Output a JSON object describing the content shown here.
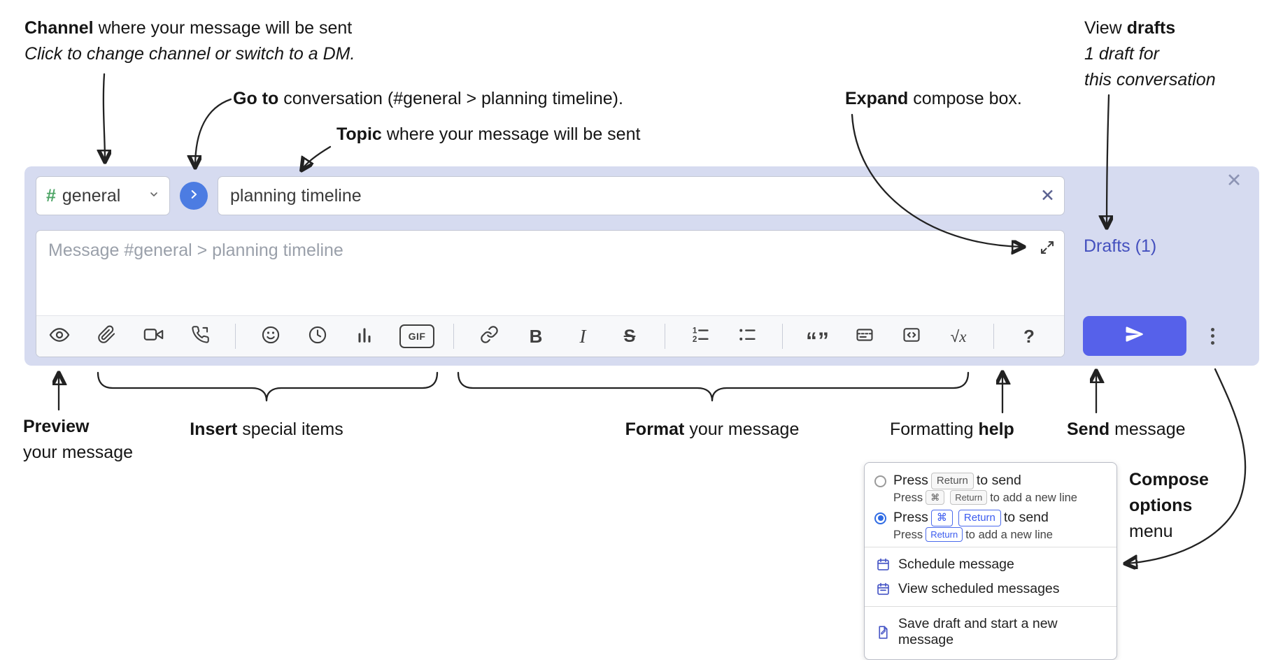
{
  "annotations": {
    "channel": {
      "bold": "Channel",
      "rest": " where your message will be sent",
      "line2_italic": "Click to change channel or switch to a DM."
    },
    "goto": {
      "bold": "Go to",
      "rest": " conversation (#general > planning timeline)."
    },
    "topic": {
      "bold": "Topic",
      "rest": " where your message will be sent"
    },
    "expand": {
      "bold": "Expand",
      "rest": " compose box."
    },
    "view_drafts": {
      "pre": "View ",
      "bold": "drafts",
      "line2": "1 draft for",
      "line3": "this conversation"
    },
    "preview": {
      "bold": "Preview",
      "line2": "your message"
    },
    "insert": {
      "bold": "Insert",
      "rest": " special items"
    },
    "format": {
      "bold": "Format",
      "rest": " your message"
    },
    "formatting_help": {
      "pre": "Formatting ",
      "bold": "help"
    },
    "send": {
      "bold": "Send",
      "rest": " message"
    },
    "compose_options": {
      "line1": "Compose",
      "line2": "options",
      "line3": "menu"
    }
  },
  "compose": {
    "channel": {
      "hash": "#",
      "name": "general"
    },
    "topic_input": {
      "value": "planning timeline",
      "clear": "✕"
    },
    "message": {
      "placeholder": "Message #general > planning timeline"
    },
    "drafts_link": "Drafts (1)",
    "close": "✕",
    "toolbar": {
      "gif_label": "GIF",
      "bold_label": "B",
      "italic_label": "I",
      "strike_label": "S",
      "quote_label": "“”",
      "math_sqrt": "√",
      "math_x": "x",
      "help_label": "?",
      "icon_names": [
        "eye",
        "paperclip",
        "video-camera",
        "phone",
        "emoji-smiley",
        "clock",
        "poll-bars",
        "gif",
        "link-chain",
        "bold",
        "italic",
        "strikethrough",
        "numbered-list",
        "bulleted-list",
        "quote",
        "spoiler",
        "code",
        "math",
        "question-mark"
      ]
    }
  },
  "popup": {
    "options": [
      {
        "selected": false,
        "pre": "Press",
        "keys": [
          "Return"
        ],
        "post": "to send",
        "sub_pre": "Press",
        "sub_keys": [
          "⌘",
          "Return"
        ],
        "sub_post": "to add a new line"
      },
      {
        "selected": true,
        "pre": "Press",
        "keys": [
          "⌘",
          "Return"
        ],
        "post": "to send",
        "sub_pre": "Press",
        "sub_keys": [
          "Return"
        ],
        "sub_post": "to add a new line"
      }
    ],
    "menu_items": [
      "Schedule message",
      "View scheduled messages",
      "Save draft and start a new message"
    ]
  },
  "colors": {
    "compose_bg": "#d6dbf0",
    "send_button": "#5661ea",
    "drafts_link": "#4450be",
    "accent_blue": "#2f6be4",
    "channel_hash_green": "#4ca465"
  }
}
